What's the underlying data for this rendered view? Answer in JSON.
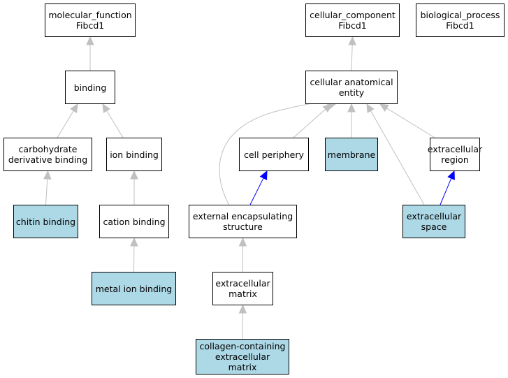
{
  "colors": {
    "highlight_fill": "#add8e6",
    "plain_fill": "#ffffff",
    "gray_edge": "#c0c0c0",
    "blue_edge": "#0000ff"
  },
  "nodes": {
    "mf_root": {
      "label": "molecular_function\nFibcd1",
      "highlighted": false
    },
    "cc_root": {
      "label": "cellular_component\nFibcd1",
      "highlighted": false
    },
    "bp_root": {
      "label": "biological_process\nFibcd1",
      "highlighted": false
    },
    "binding": {
      "label": "binding",
      "highlighted": false
    },
    "cellular_anatomical_entity": {
      "label": "cellular anatomical\nentity",
      "highlighted": false
    },
    "carbohydrate_derivative_binding": {
      "label": "carbohydrate\nderivative binding",
      "highlighted": false
    },
    "ion_binding": {
      "label": "ion binding",
      "highlighted": false
    },
    "cell_periphery": {
      "label": "cell periphery",
      "highlighted": false
    },
    "membrane": {
      "label": "membrane",
      "highlighted": true
    },
    "extracellular_region": {
      "label": "extracellular\nregion",
      "highlighted": false
    },
    "chitin_binding": {
      "label": "chitin binding",
      "highlighted": true
    },
    "cation_binding": {
      "label": "cation binding",
      "highlighted": false
    },
    "external_encapsulating_structure": {
      "label": "external encapsulating\nstructure",
      "highlighted": false
    },
    "extracellular_space": {
      "label": "extracellular\nspace",
      "highlighted": true
    },
    "metal_ion_binding": {
      "label": "metal ion binding",
      "highlighted": true
    },
    "extracellular_matrix": {
      "label": "extracellular\nmatrix",
      "highlighted": false
    },
    "collagen_containing_ecm": {
      "label": "collagen-containing\nextracellular\nmatrix",
      "highlighted": true
    }
  },
  "edges": [
    {
      "from": "binding",
      "to": "mf_root",
      "relation": "is_a"
    },
    {
      "from": "carbohydrate_derivative_binding",
      "to": "binding",
      "relation": "is_a"
    },
    {
      "from": "ion_binding",
      "to": "binding",
      "relation": "is_a"
    },
    {
      "from": "chitin_binding",
      "to": "carbohydrate_derivative_binding",
      "relation": "is_a"
    },
    {
      "from": "cation_binding",
      "to": "ion_binding",
      "relation": "is_a"
    },
    {
      "from": "metal_ion_binding",
      "to": "cation_binding",
      "relation": "is_a"
    },
    {
      "from": "cellular_anatomical_entity",
      "to": "cc_root",
      "relation": "is_a"
    },
    {
      "from": "cell_periphery",
      "to": "cellular_anatomical_entity",
      "relation": "is_a"
    },
    {
      "from": "membrane",
      "to": "cellular_anatomical_entity",
      "relation": "is_a"
    },
    {
      "from": "extracellular_region",
      "to": "cellular_anatomical_entity",
      "relation": "is_a"
    },
    {
      "from": "extracellular_space",
      "to": "cellular_anatomical_entity",
      "relation": "is_a"
    },
    {
      "from": "external_encapsulating_structure",
      "to": "cellular_anatomical_entity",
      "relation": "is_a"
    },
    {
      "from": "external_encapsulating_structure",
      "to": "cell_periphery",
      "relation": "part_of"
    },
    {
      "from": "extracellular_space",
      "to": "extracellular_region",
      "relation": "part_of"
    },
    {
      "from": "extracellular_matrix",
      "to": "external_encapsulating_structure",
      "relation": "is_a"
    },
    {
      "from": "collagen_containing_ecm",
      "to": "extracellular_matrix",
      "relation": "is_a"
    }
  ]
}
